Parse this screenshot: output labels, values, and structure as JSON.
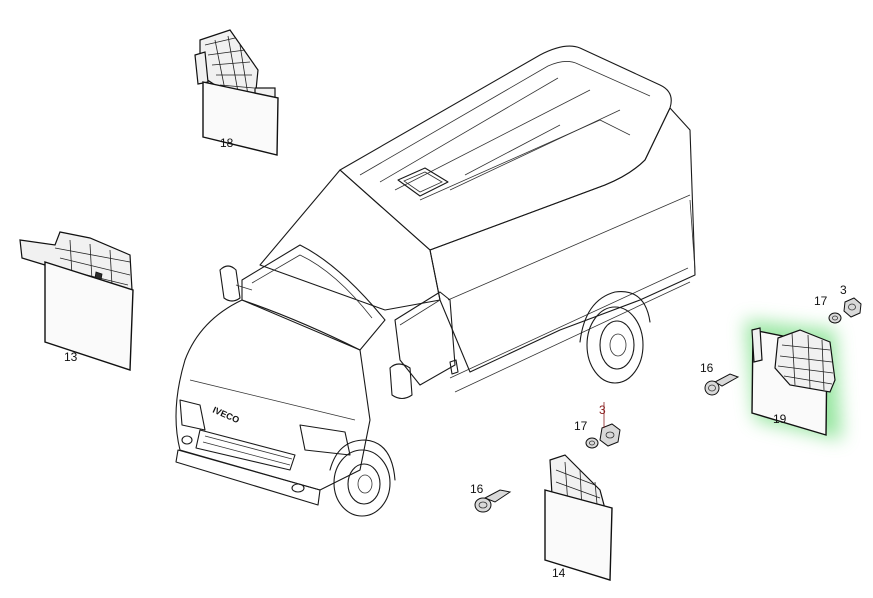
{
  "parts": [
    {
      "id": "p18",
      "label": "18"
    },
    {
      "id": "p13",
      "label": "13"
    },
    {
      "id": "p14",
      "label": "14"
    },
    {
      "id": "p19",
      "label": "19"
    },
    {
      "id": "p16a",
      "label": "16"
    },
    {
      "id": "p16b",
      "label": "16"
    },
    {
      "id": "p17a",
      "label": "17"
    },
    {
      "id": "p17b",
      "label": "17"
    },
    {
      "id": "p3a",
      "label": "3"
    },
    {
      "id": "p3b",
      "label": "3"
    }
  ],
  "vehicle": {
    "brand_text": "IVECO"
  },
  "highlight": {
    "part": "19",
    "color": "#7fe08a"
  },
  "colors": {
    "line": "#1a1a1a",
    "background": "#ffffff",
    "link_label": "#8a1f1f"
  }
}
